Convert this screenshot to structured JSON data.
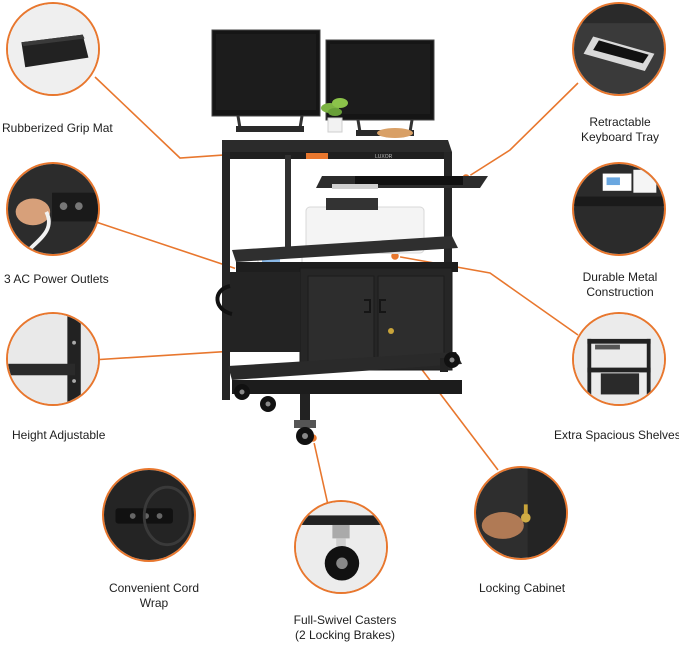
{
  "features": {
    "grip_mat": "Rubberized Grip Mat",
    "power_outlets": "3 AC Power Outlets",
    "height_adjustable": "Height Adjustable",
    "cord_wrap": {
      "line1": "Convenient Cord",
      "line2": "Wrap"
    },
    "casters": {
      "line1": "Full-Swivel Casters",
      "line2": "(2 Locking Brakes)"
    },
    "locking_cabinet": "Locking Cabinet",
    "keyboard_tray": {
      "line1": "Retractable",
      "line2": "Keyboard Tray"
    },
    "metal_construction": {
      "line1": "Durable Metal",
      "line2": "Construction"
    },
    "spacious_shelves": "Extra Spacious Shelves"
  },
  "brand": "LUXOR",
  "colors": {
    "accent": "#e8772e",
    "cart": "#2b2b2b",
    "label_text": "#1e1e1e"
  },
  "icons": [
    "monitor-icon",
    "plant-icon",
    "keyboard-icon",
    "printer-icon",
    "padlock-icon",
    "caster-icon",
    "power-outlet-icon"
  ]
}
